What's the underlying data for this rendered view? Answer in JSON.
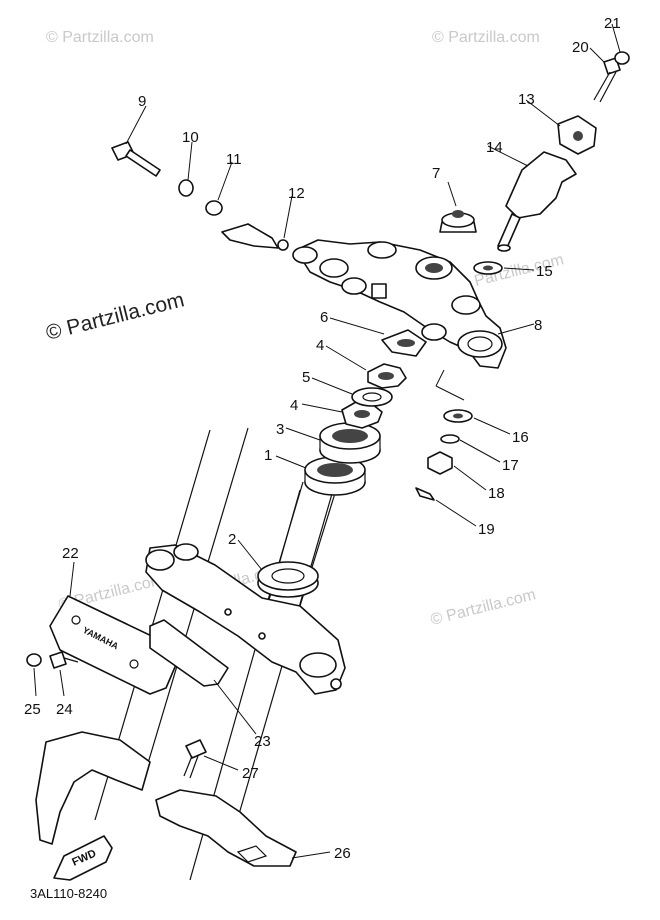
{
  "watermarks": {
    "small": "© Partzilla.com",
    "large": "© Partzilla.com"
  },
  "diagram_code": "3AL110-8240",
  "brand_text": "YAMAHA",
  "fwd_text": "FWD",
  "callouts": [
    "1",
    "2",
    "3",
    "4",
    "4",
    "5",
    "6",
    "7",
    "8",
    "9",
    "10",
    "11",
    "12",
    "13",
    "14",
    "15",
    "16",
    "17",
    "18",
    "19",
    "20",
    "21",
    "22",
    "23",
    "24",
    "25",
    "26",
    "27"
  ]
}
